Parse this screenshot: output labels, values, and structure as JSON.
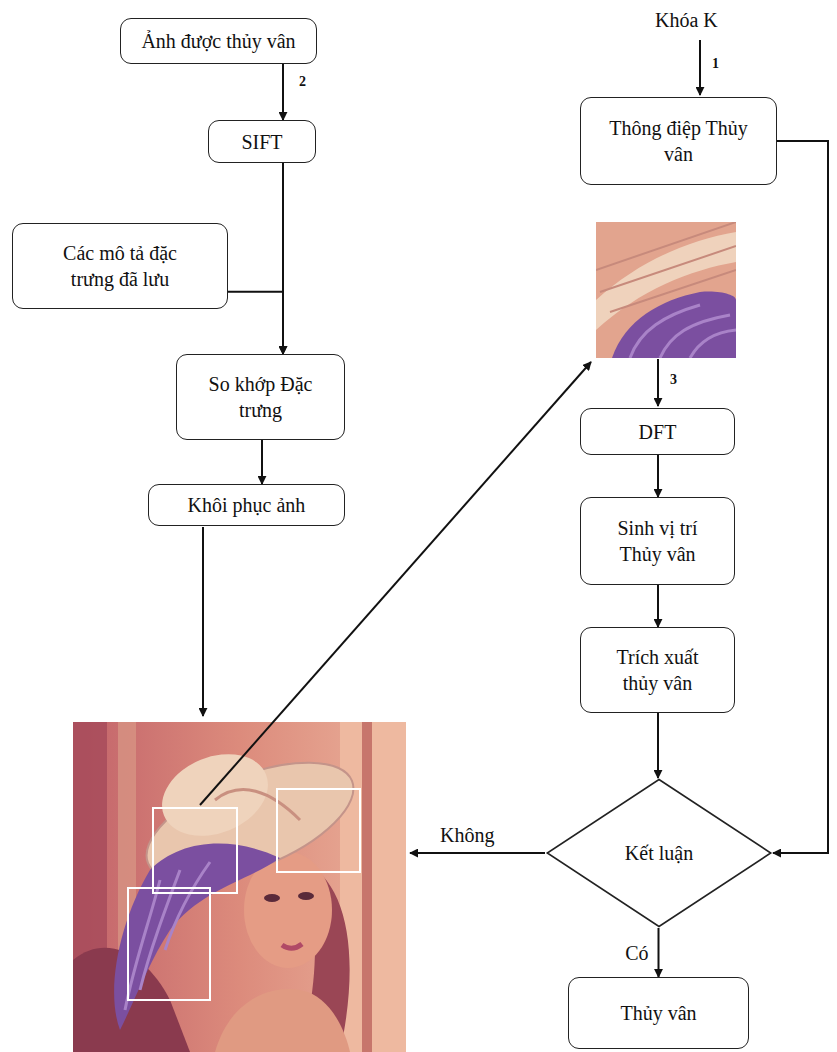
{
  "diagram": {
    "nodes": [
      {
        "text": [
          "Ảnh được thủy vân"
        ]
      },
      {
        "text": [
          "SIFT"
        ]
      },
      {
        "text": [
          "Các mô tả đặc trưng đã lưu"
        ]
      },
      {
        "text": [
          "So khớp Đặc trưng"
        ]
      },
      {
        "text": [
          "Khôi phục ảnh"
        ]
      },
      {
        "text": [
          "Thông điệp Thủy vân"
        ]
      },
      {
        "text": [
          "DFT"
        ]
      },
      {
        "text": [
          "Sinh vị trí Thủy vân"
        ]
      },
      {
        "text": [
          "Trích xuất thủy vân"
        ]
      },
      {
        "text": [
          "Kết luận"
        ]
      },
      {
        "text": [
          "Thủy vân"
        ]
      }
    ],
    "edges": [
      {
        "from": 0,
        "to": 1,
        "label": "2",
        "arrow": "to"
      },
      {
        "from": 1,
        "to": 3,
        "arrow": "to"
      },
      {
        "from": 2,
        "to": 3,
        "arrow": "to"
      },
      {
        "from": 3,
        "to": 4,
        "arrow": "to"
      },
      {
        "from": 6,
        "to": 7,
        "arrow": "to"
      },
      {
        "from": 7,
        "to": 8,
        "arrow": "to"
      },
      {
        "from": 8,
        "to": 9,
        "arrow": "to"
      },
      {
        "from": 5,
        "to": 9,
        "arrow": "to"
      },
      {
        "from": 9,
        "to": 10,
        "label": "Có",
        "arrow": "to"
      }
    ],
    "labels": [
      "Khóa K",
      "1",
      "3",
      "Không"
    ]
  }
}
